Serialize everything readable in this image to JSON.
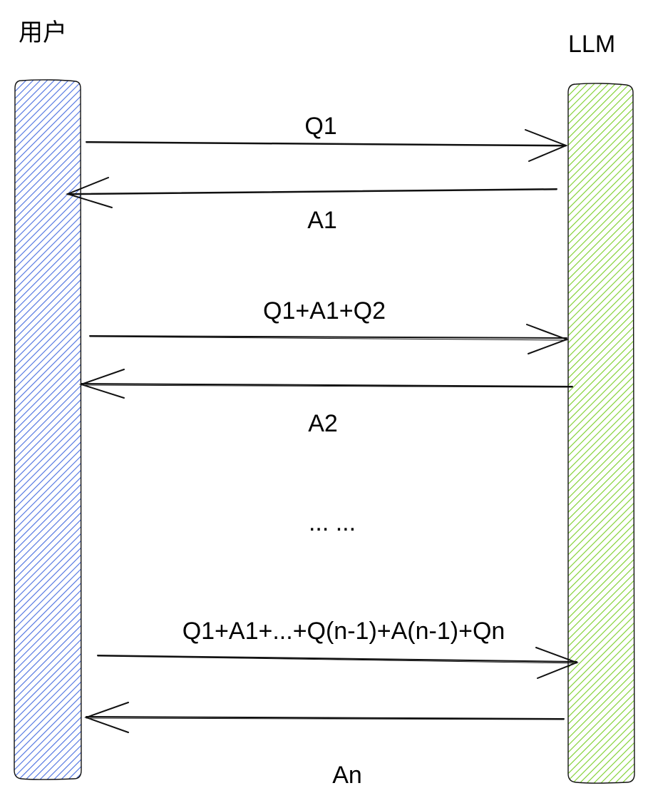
{
  "participants": {
    "user": {
      "label": "用户",
      "fill_color": "#4a6fe0",
      "stroke_color": "#000000"
    },
    "llm": {
      "label": "LLM",
      "fill_color": "#7ccf2a",
      "stroke_color": "#000000"
    }
  },
  "messages": [
    {
      "label": "Q1",
      "from": "user",
      "to": "llm"
    },
    {
      "label": "A1",
      "from": "llm",
      "to": "user"
    },
    {
      "label": "Q1+A1+Q2",
      "from": "user",
      "to": "llm"
    },
    {
      "label": "A2",
      "from": "llm",
      "to": "user"
    },
    {
      "label": "Q1+A1+...+Q(n-1)+A(n-1)+Qn",
      "from": "user",
      "to": "llm"
    },
    {
      "label": "An",
      "from": "llm",
      "to": "user"
    }
  ],
  "ellipsis": "... ..."
}
